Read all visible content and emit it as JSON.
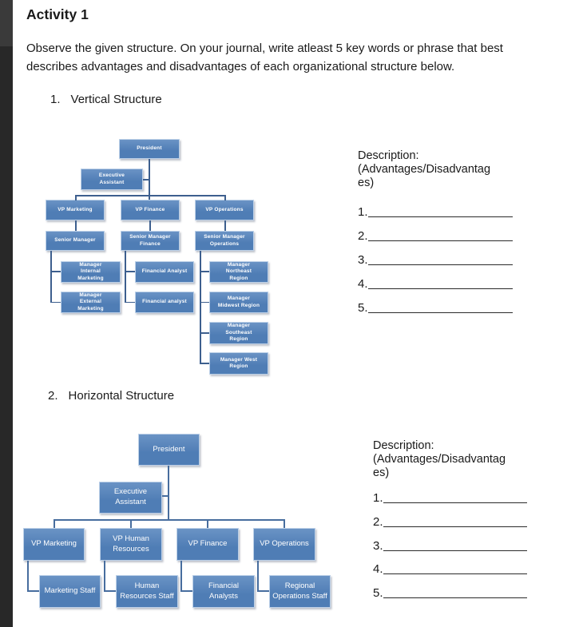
{
  "title": "Activity 1",
  "instructions": "Observe the given structure. On your journal, write atleast 5 key words or phrase that best describes advantages and disadvantages of each organizational structure below.",
  "sections": {
    "vertical": {
      "number": "1.",
      "heading": "Vertical Structure"
    },
    "horizontal": {
      "number": "2.",
      "heading": "Horizontal Structure"
    }
  },
  "vertical_chart": {
    "president": "President",
    "executive_assistant": "Executive\nAssistant",
    "vp_marketing": "VP Marketing",
    "vp_finance": "VP Finance",
    "vp_operations": "VP Operations",
    "senior_manager": "Senior Manager",
    "senior_manager_finance": "Senior Manager\nFinance",
    "senior_manager_operations": "Senior Manager\nOperations",
    "manager_internal_marketing": "Manager\nInternal\nMarketing",
    "manager_external_marketing": "Manager\nExternal\nMarketing",
    "financial_analyst_1": "Financial Analyst",
    "financial_analyst_2": "Financial analyst",
    "manager_northeast_region": "Manager\nNortheast\nRegion",
    "manager_midwest_region": "Manager\nMidwest Region",
    "manager_southeast_region": "Manager\nSoutheast\nRegion",
    "manager_west_region": "Manager West\nRegion"
  },
  "horizontal_chart": {
    "president": "President",
    "executive_assistant": "Executive\nAssistant",
    "vp_marketing": "VP Marketing",
    "vp_human_resources": "VP Human\nResources",
    "vp_finance": "VP Finance",
    "vp_operations": "VP Operations",
    "marketing_staff": "Marketing Staff",
    "human_resources_staff": "Human\nResources Staff",
    "financial_analysts": "Financial\nAnalysts",
    "regional_operations_staff": "Regional\nOperations Staff"
  },
  "description_block": {
    "label": "Description:",
    "subtitle_wrap_line1": "(Advantages/Disadvantag",
    "subtitle_wrap_line2": "es)",
    "items": [
      "1.",
      "2.",
      "3.",
      "4.",
      "5."
    ]
  },
  "colors": {
    "box_fill": "#4f7db5",
    "box_fill_light": "#6a93c5",
    "box_border": "#bdd1e8",
    "connector_dark": "#3d5f8e",
    "connector_medium": "#476d9e",
    "sidebar_strip": "#282828"
  }
}
